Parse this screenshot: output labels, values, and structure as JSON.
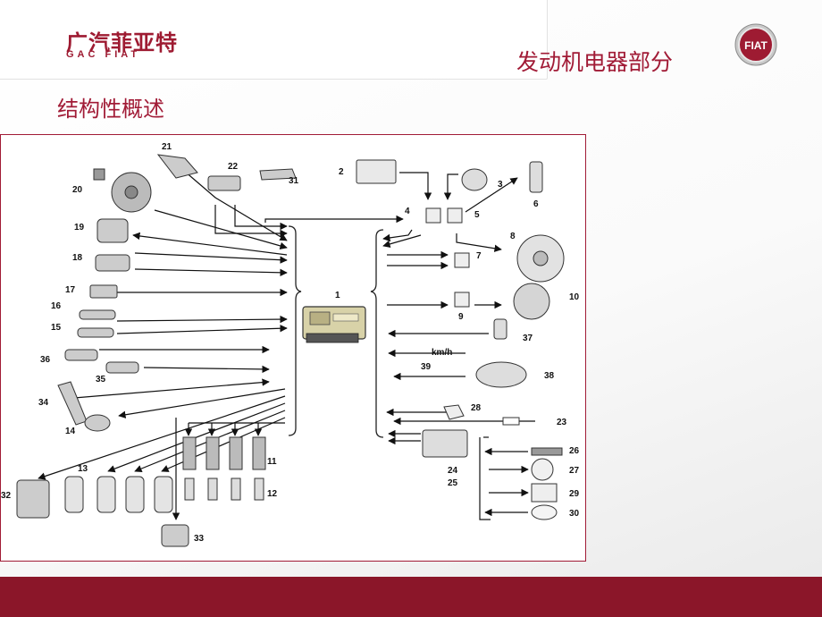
{
  "header": {
    "brand_cn": "广汽菲亚特",
    "brand_en": "GAC FIAT",
    "section_title": "发动机电器部分",
    "logo_text": "FIAT"
  },
  "subtitle": "结构性概述",
  "diagram": {
    "component_numbers": [
      "1",
      "2",
      "3",
      "4",
      "5",
      "6",
      "7",
      "8",
      "9",
      "10",
      "11",
      "12",
      "13",
      "14",
      "15",
      "16",
      "17",
      "18",
      "19",
      "20",
      "21",
      "22",
      "23",
      "24",
      "25",
      "26",
      "27",
      "28",
      "29",
      "30",
      "31",
      "32",
      "33",
      "34",
      "35",
      "36",
      "37",
      "38",
      "39"
    ],
    "speed_label": "km/h"
  },
  "colors": {
    "accent": "#a11b36",
    "footer": "#8b1629"
  }
}
